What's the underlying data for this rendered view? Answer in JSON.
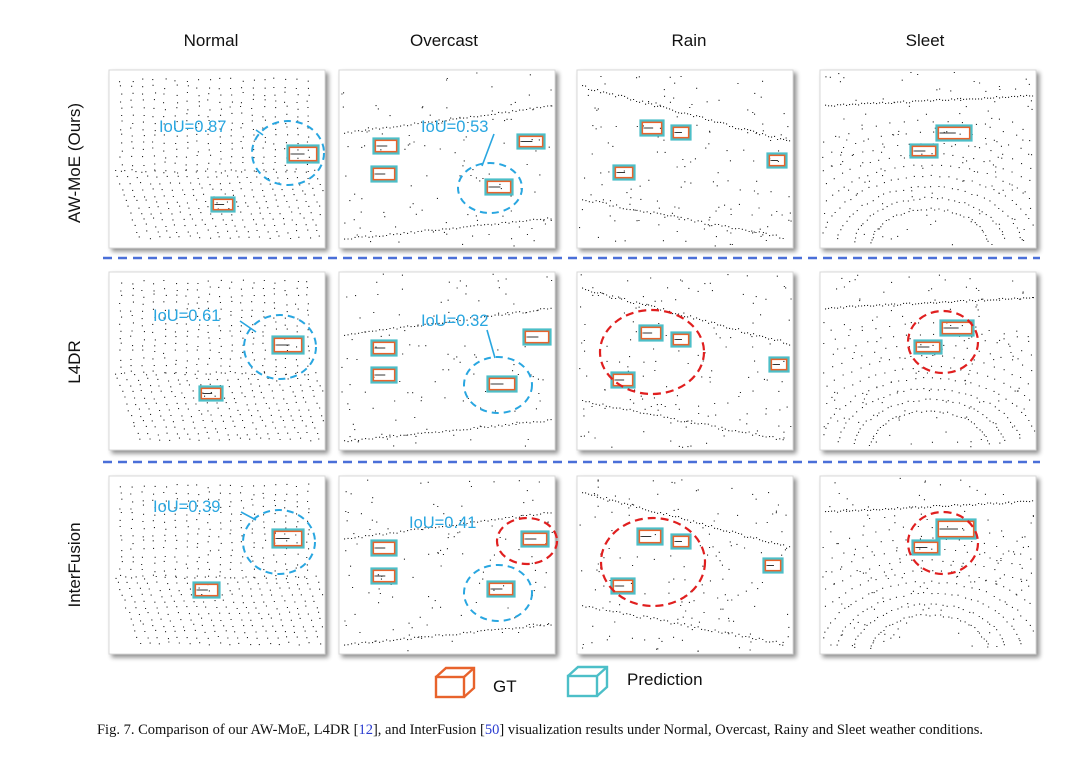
{
  "columns": [
    "Normal",
    "Overcast",
    "Rain",
    "Sleet"
  ],
  "rows": [
    {
      "name": "AW-MoE (Ours)",
      "iou_normal": "IoU=0.87",
      "iou_overcast": "IoU=0.53",
      "red_highlights": []
    },
    {
      "name": "L4DR",
      "iou_normal": "IoU=0.61",
      "iou_overcast": "IoU=0.32",
      "red_highlights": [
        "rain",
        "sleet"
      ]
    },
    {
      "name": "InterFusion",
      "iou_normal": "IoU=0.39",
      "iou_overcast": "IoU=0.41",
      "red_highlights": [
        "overcast",
        "rain",
        "sleet"
      ]
    }
  ],
  "legend": {
    "gt_label": "GT",
    "pred_label": "Prediction"
  },
  "colors": {
    "gt": "#e8632c",
    "prediction": "#4cbfc8",
    "iou_highlight": "#29a6e0",
    "failure_highlight": "#e01f1f",
    "separator": "#4a6fd8"
  },
  "caption": {
    "part1": "Fig. 7.  Comparison of our AW-MoE, L4DR [",
    "ref1": "12",
    "part2": "], and InterFusion [",
    "ref2": "50",
    "part3": "] visualization results under Normal, Overcast, Rainy and Sleet weather conditions."
  }
}
